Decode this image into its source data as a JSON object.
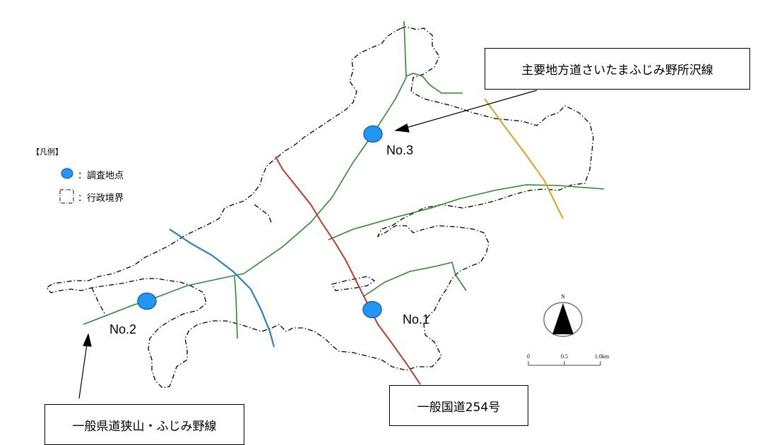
{
  "legend": {
    "title": "【凡例】",
    "survey_point_label": "：調査地点",
    "boundary_label": "：行政境界"
  },
  "road_labels": {
    "prefectural_route": "主要地方道さいたまふじみ野所沢線",
    "national_route": "一般国道254号",
    "county_route": "一般県道狭山・ふじみ野線"
  },
  "survey_points": [
    {
      "id": "No.1"
    },
    {
      "id": "No.2"
    },
    {
      "id": "No.3"
    }
  ],
  "north_arrow": {
    "label": "N"
  },
  "scale_bar": {
    "ticks": [
      "0",
      "0.5",
      "1.0km"
    ]
  },
  "colors": {
    "national_route": "#c0392b",
    "county_route": "#2a7fc4",
    "prefectural_route": "#e0a020",
    "municipal_roads": "#2e8b2e",
    "survey_point_fill": "#2196f3",
    "survey_point_stroke": "#1565c0",
    "boundary": "#000000"
  }
}
